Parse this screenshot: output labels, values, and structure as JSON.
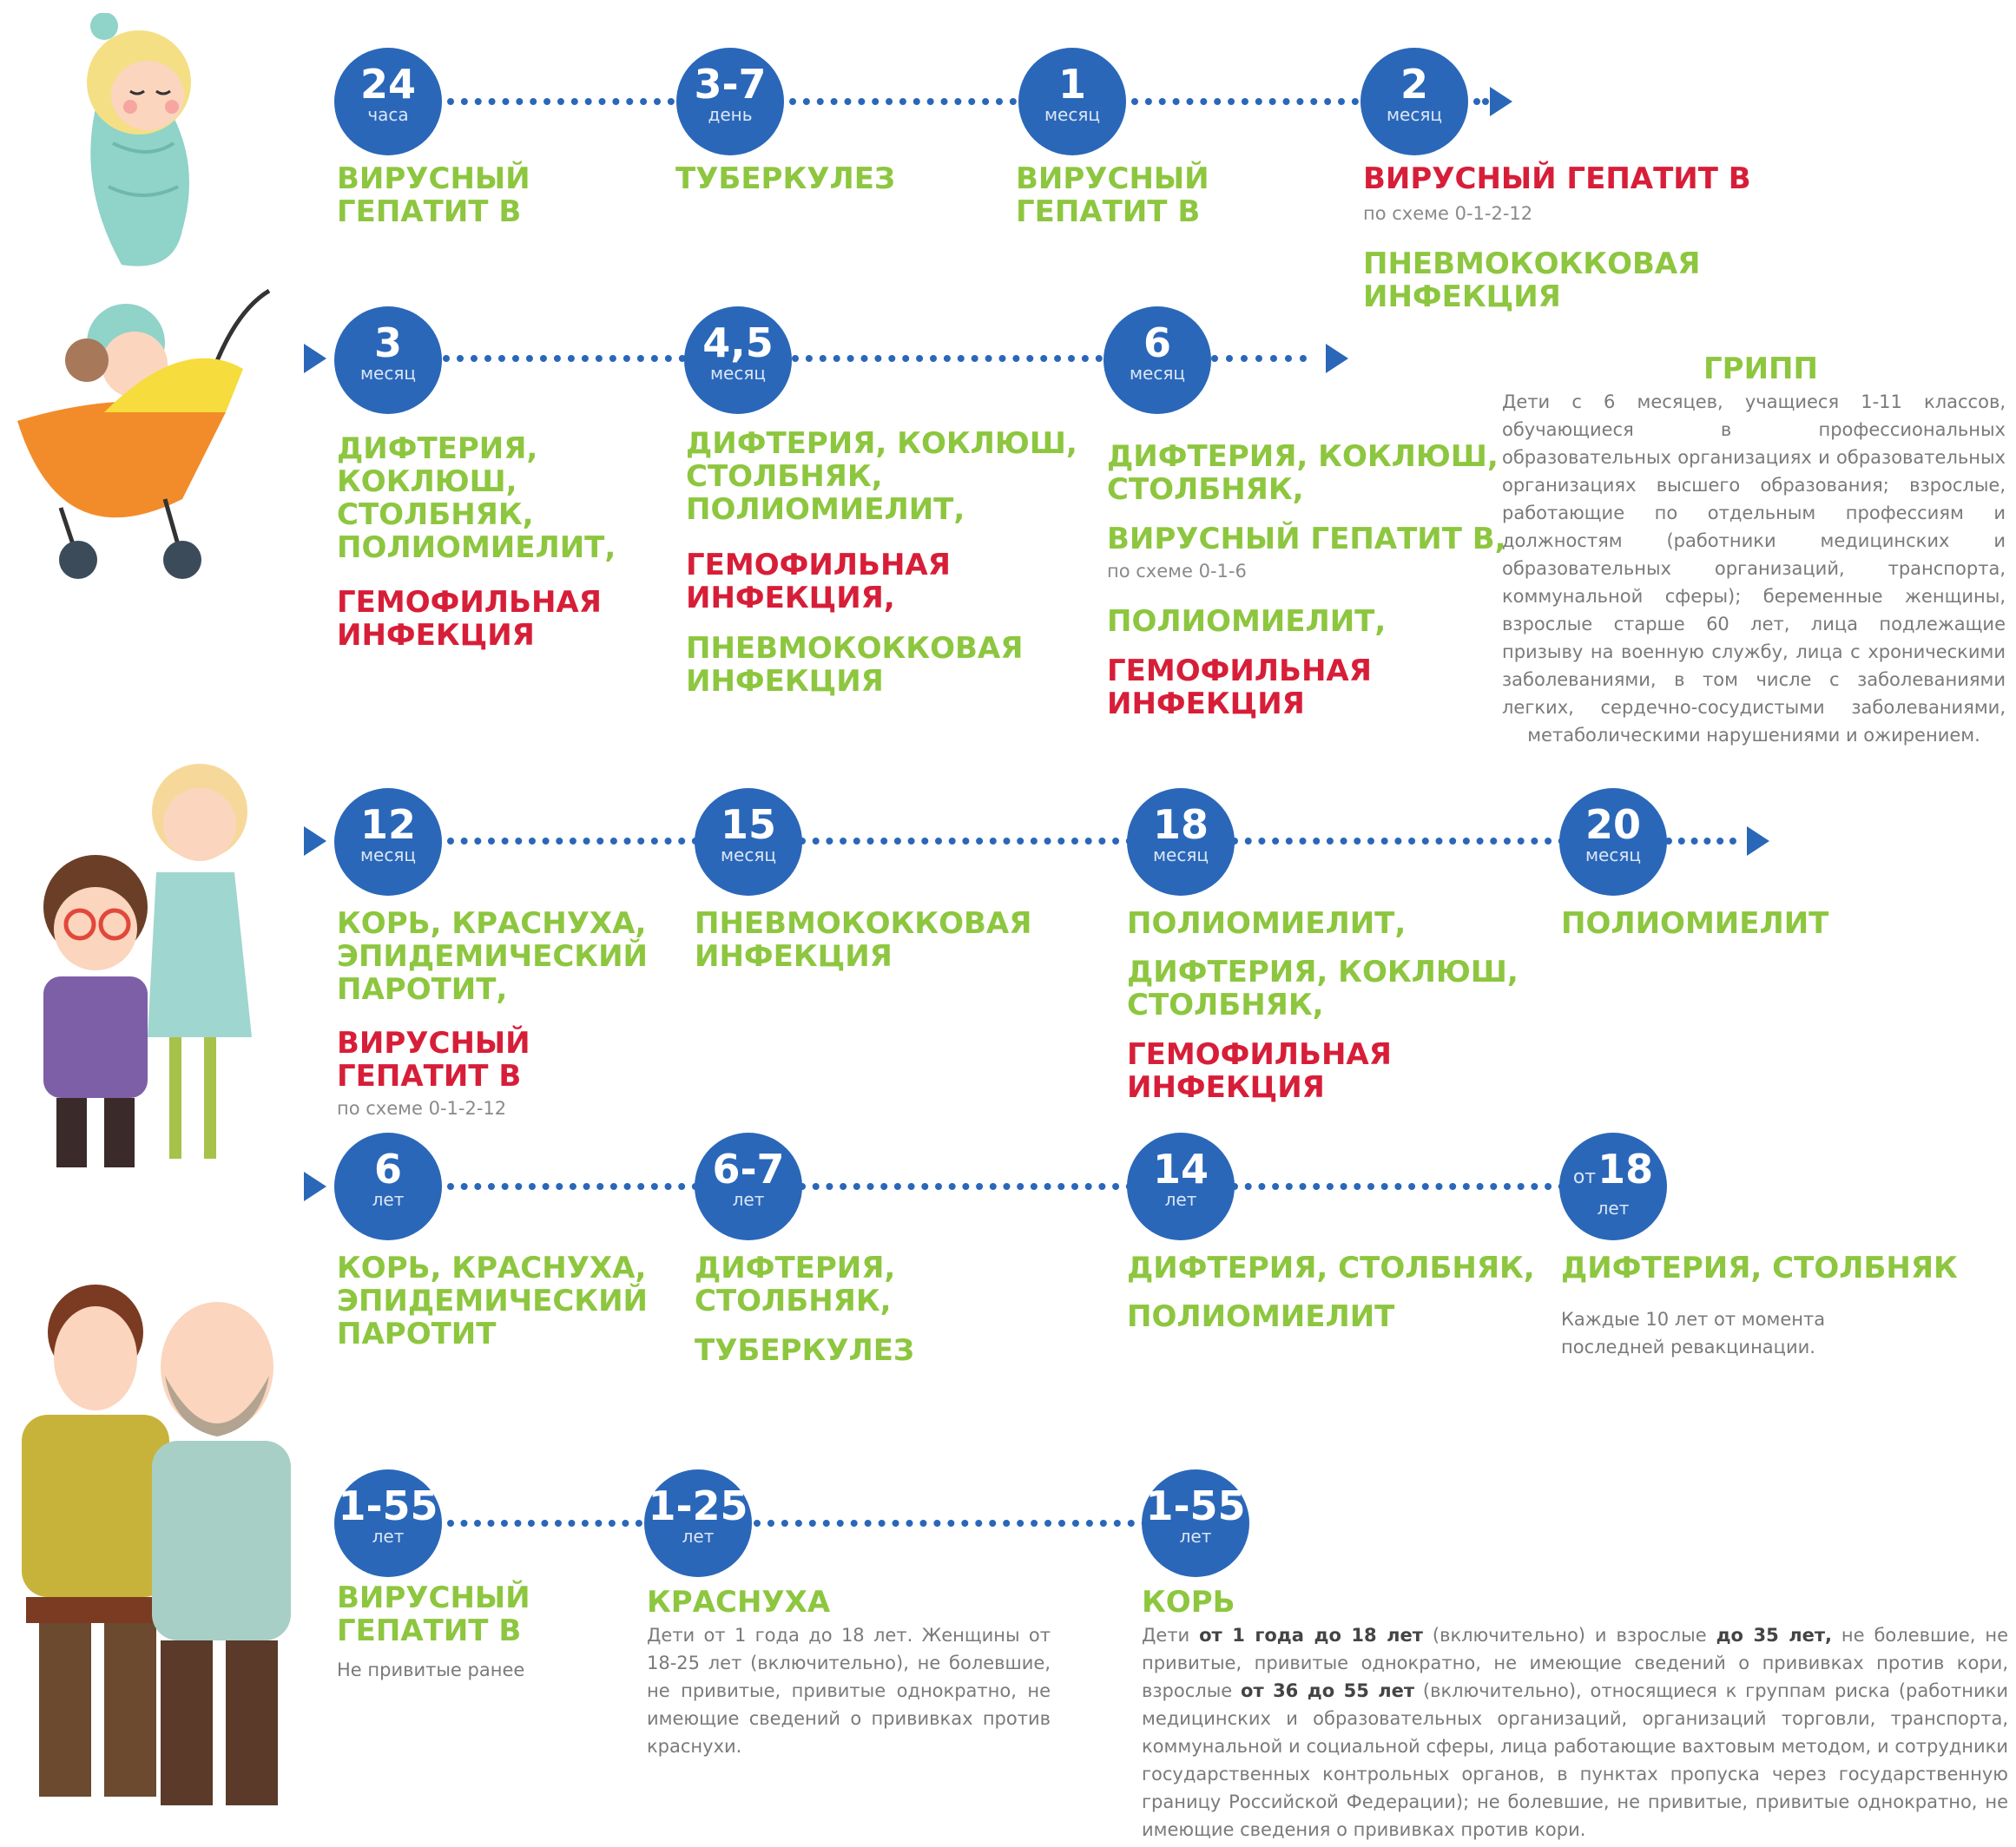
{
  "colors": {
    "blue": "#2a67b9",
    "green": "#8dc63f",
    "red": "#d71e38",
    "gray_text": "#7a7a7a"
  },
  "illustrations": [
    "swaddled-baby",
    "baby-in-stroller",
    "boy-and-girl",
    "two-adult-men"
  ],
  "row1": {
    "c1": {
      "num": "24",
      "unit": "часа"
    },
    "c2": {
      "num": "3-7",
      "unit": "день"
    },
    "c3": {
      "num": "1",
      "unit": "месяц"
    },
    "c4": {
      "num": "2",
      "unit": "месяц"
    },
    "l1": "ВИРУСНЫЙ\nГЕПАТИТ В",
    "l2": "ТУБЕРКУЛЕЗ",
    "l3": "ВИРУСНЫЙ\nГЕПАТИТ В",
    "l4a": "ВИРУСНЫЙ ГЕПАТИТ В",
    "l4_scheme": "по схеме 0-1-2-12",
    "l4b": "ПНЕВМОКОККОВАЯ\nИНФЕКЦИЯ"
  },
  "row2": {
    "c1": {
      "num": "3",
      "unit": "месяц"
    },
    "c2": {
      "num": "4,5",
      "unit": "месяц"
    },
    "c3": {
      "num": "6",
      "unit": "месяц"
    },
    "l1a": "ДИФТЕРИЯ,\nКОКЛЮШ,\nСТОЛБНЯК,\nПОЛИОМИЕЛИТ,",
    "l1b": "ГЕМОФИЛЬНАЯ\nИНФЕКЦИЯ",
    "l2a": "ДИФТЕРИЯ, КОКЛЮШ,\nСТОЛБНЯК,\nПОЛИОМИЕЛИТ,",
    "l2b": "ГЕМОФИЛЬНАЯ\nИНФЕКЦИЯ,",
    "l2c": "ПНЕВМОКОККОВАЯ\nИНФЕКЦИЯ",
    "l3a": "ДИФТЕРИЯ, КОКЛЮШ,\nСТОЛБНЯК,",
    "l3b": "ВИРУСНЫЙ ГЕПАТИТ В,",
    "l3_scheme": "по схеме 0-1-6",
    "l3c": "ПОЛИОМИЕЛИТ,",
    "l3d": "ГЕМОФИЛЬНАЯ\nИНФЕКЦИЯ",
    "flu_title": "ГРИПП",
    "flu_text": "Дети с 6 месяцев, учащиеся 1-11 классов, обучающиеся в профессиональных образовательных организациях и образовательных организациях высшего образования; взрослые, работающие по отдельным профессиям и должностям (работники медицинских и образовательных организаций, транспорта, коммунальной сферы); беременные женщины, взрослые старше 60 лет, лица подлежащие призыву на военную службу, лица с хроническими заболеваниями, в том числе с заболеваниями легких, сердечно-сосудистыми заболеваниями, метаболическими нарушениями и ожирением."
  },
  "row3": {
    "c1": {
      "num": "12",
      "unit": "месяц"
    },
    "c2": {
      "num": "15",
      "unit": "месяц"
    },
    "c3": {
      "num": "18",
      "unit": "месяц"
    },
    "c4": {
      "num": "20",
      "unit": "месяц"
    },
    "l1a": "КОРЬ, КРАСНУХА,\nЭПИДЕМИЧЕСКИЙ\nПАРОТИТ,",
    "l1b": "ВИРУСНЫЙ\nГЕПАТИТ В",
    "l1_scheme": "по схеме 0-1-2-12",
    "l2": "ПНЕВМОКОККОВАЯ\nИНФЕКЦИЯ",
    "l3a": "ПОЛИОМИЕЛИТ,",
    "l3b": "ДИФТЕРИЯ, КОКЛЮШ,\nСТОЛБНЯК,",
    "l3c": "ГЕМОФИЛЬНАЯ\nИНФЕКЦИЯ",
    "l4": "ПОЛИОМИЕЛИТ"
  },
  "row4": {
    "c1": {
      "num": "6",
      "unit": "лет"
    },
    "c2": {
      "num": "6-7",
      "unit": "лет"
    },
    "c3": {
      "num": "14",
      "unit": "лет"
    },
    "c4": {
      "prefix": "от",
      "num": "18",
      "unit": "лет"
    },
    "l1": "КОРЬ, КРАСНУХА,\nЭПИДЕМИЧЕСКИЙ\nПАРОТИТ",
    "l2a": "ДИФТЕРИЯ,\nСТОЛБНЯК,",
    "l2b": "ТУБЕРКУЛЕЗ",
    "l3a": "ДИФТЕРИЯ, СТОЛБНЯК,",
    "l3b": "ПОЛИОМИЕЛИТ",
    "l4": "ДИФТЕРИЯ, СТОЛБНЯК",
    "l4_note": "Каждые 10 лет от момента\nпоследней ревакцинации."
  },
  "row5": {
    "c1": {
      "num": "1-55",
      "unit": "лет"
    },
    "c2": {
      "num": "1-25",
      "unit": "лет"
    },
    "c3": {
      "num": "1-55",
      "unit": "лет"
    },
    "l1": "ВИРУСНЫЙ\nГЕПАТИТ В",
    "l1_note": "Не привитые ранее",
    "l2": "КРАСНУХА",
    "l2_note": "Дети от 1 года до 18 лет. Женщины от 18-25 лет (включительно), не болевшие, не привитые, привитые однократно, не имеющие сведений о прививках против краснухи.",
    "l3": "КОРЬ",
    "l3_p1": "Дети ",
    "l3_b1": "от 1 года до 18 лет",
    "l3_p2": " (включительно) и взрослые ",
    "l3_b2": "до 35 лет,",
    "l3_p3": " не болевшие, не привитые, привитые однократно, не имеющие сведений о прививках против кори, взрослые ",
    "l3_b3": "от 36 до 55 лет",
    "l3_p4": " (включительно), относящиеся к группам риска (работники медицинских и образовательных организаций, организаций торговли, транспорта, коммунальной и социальной сферы, лица работающие вахтовым методом, и сотрудники государственных контрольных органов, в пунктах пропуска через государственную границу Российской Федерации); не болевшие, не привитые, привитые однократно, не имеющие сведения о прививках против кори."
  }
}
